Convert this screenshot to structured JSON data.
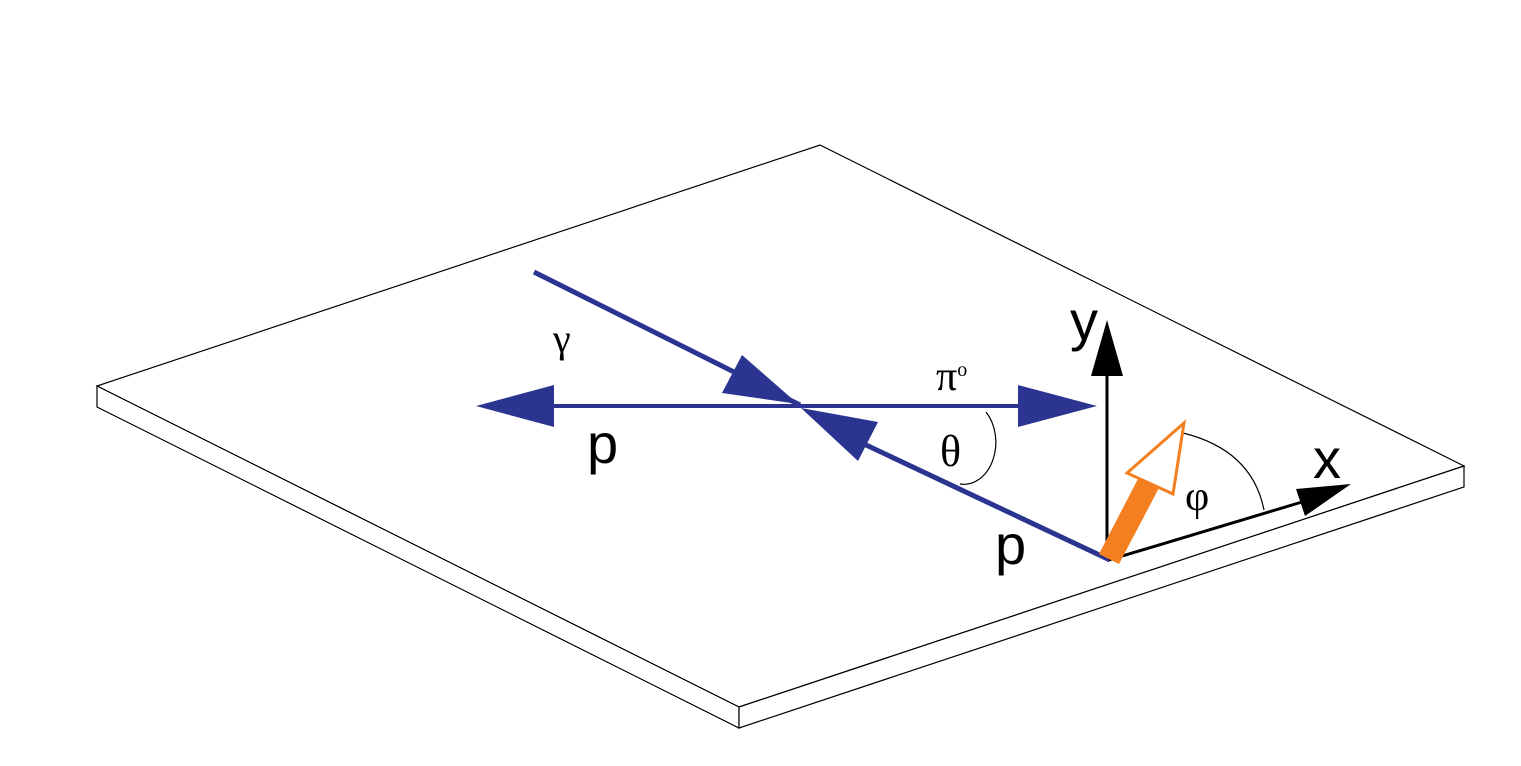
{
  "labels": {
    "gamma": "γ",
    "pi0_base": "π",
    "pi0_sup": "o",
    "proton_left": "p",
    "proton_right": "p",
    "theta": "θ",
    "phi": "φ",
    "y_axis": "y",
    "x_axis": "x"
  },
  "colors": {
    "particle_track": "#2b3591",
    "polarization_fill": "#f47f20",
    "polarization_outline": "#f47f20",
    "axis": "#000000",
    "plane_edge": "#000000",
    "plane_fill": "#ffffff"
  },
  "icons": {
    "polarization": "hollow-arrow-icon",
    "axis_y": "arrow-up-icon",
    "axis_x": "arrow-right-icon"
  }
}
